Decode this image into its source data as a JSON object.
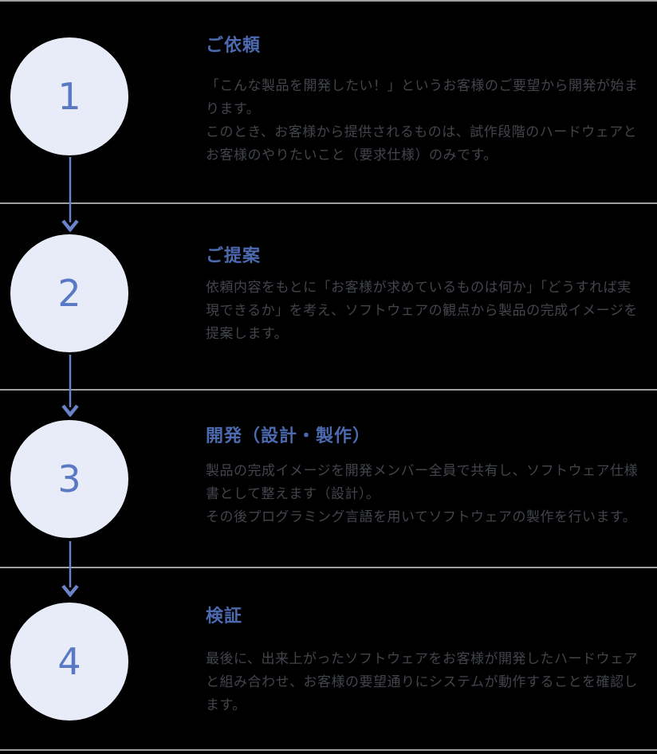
{
  "diagram": {
    "type": "process-flow",
    "steps": [
      {
        "number": "1",
        "title": "ご依頼",
        "description": "「こんな製品を開発したい！」というお客様のご要望から開発が始ま\nります。\nこのとき、お客様から提供されるものは、試作段階のハードウェアと\nお客様のやりたいこと（要求仕様）のみです。"
      },
      {
        "number": "2",
        "title": "ご提案",
        "description": "依頼内容をもとに「お客様が求めているものは何か」「どうすれば実\n現できるか」を考え、ソフトウェアの観点から製品の完成イメージを\n提案します。"
      },
      {
        "number": "3",
        "title": "開発（設計・製作）",
        "description": "製品の完成イメージを開発メンバー全員で共有し、ソフトウェア仕様\n書として整えます（設計）。\nその後プログラミング言語を用いてソフトウェアの製作を行います。"
      },
      {
        "number": "4",
        "title": "検証",
        "description": "最後に、出来上がったソフトウェアをお客様が開発したハードウェア\nと組み合わせ、お客様の要望通りにシステムが動作することを確認し\nます。"
      }
    ],
    "colors": {
      "background": "#000000",
      "divider": "#a0a0a0",
      "circle_fill": "#e8ecf8",
      "number": "#5a79c5",
      "heading": "#4c6ab0",
      "body_text": "#42454c",
      "arrow": "#6b82c8"
    }
  }
}
